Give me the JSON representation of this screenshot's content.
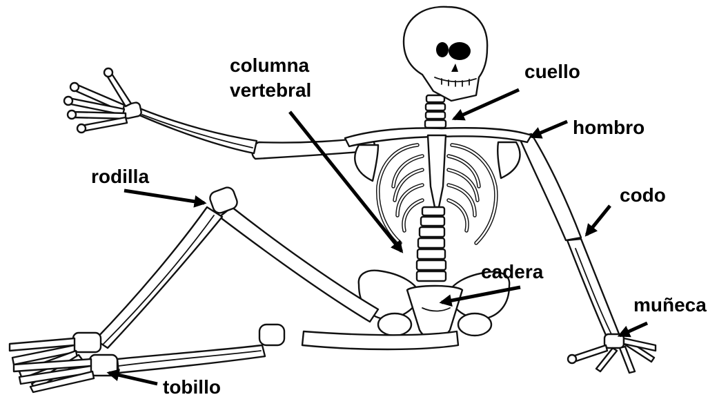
{
  "labels": {
    "columna_line1": "columna",
    "columna_line2": "vertebral",
    "cuello": "cuello",
    "hombro": "hombro",
    "rodilla": "rodilla",
    "codo": "codo",
    "cadera": "cadera",
    "muneca": "muñeca",
    "tobillo": "tobillo"
  },
  "colors": {
    "ink": "#000000",
    "paper": "#ffffff"
  }
}
